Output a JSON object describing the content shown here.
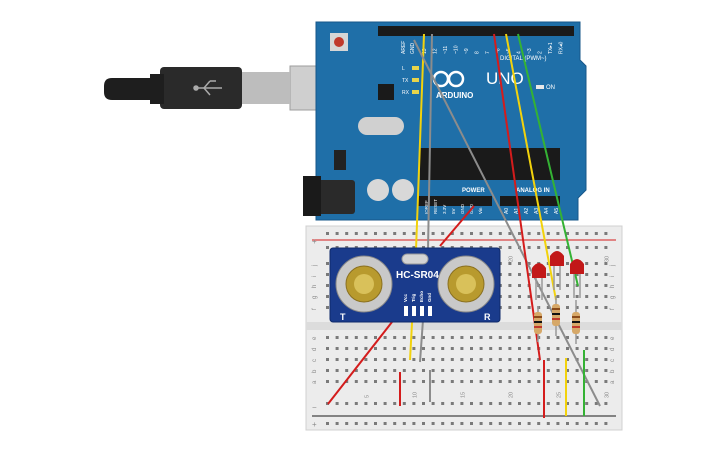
{
  "arduino": {
    "brand": "ARDUINO",
    "model": "UNO",
    "on_label": "ON",
    "digital_label": "DIGITAL (PWM~)",
    "power_label": "POWER",
    "analog_label": "ANALOG IN",
    "aref": "AREF",
    "gnd": "GND",
    "digital_pins": [
      "13",
      "12",
      "~11",
      "~10",
      "~9",
      "8",
      "7",
      "~6",
      "~5",
      "4",
      "~3",
      "2",
      "TX▸1",
      "RX◂0"
    ],
    "power_pins": [
      "IOREF",
      "RESET",
      "3.3V",
      "5V",
      "GND",
      "GND",
      "Vin"
    ],
    "analog_pins": [
      "A0",
      "A1",
      "A2",
      "A3",
      "A4",
      "A5"
    ],
    "led_labels": [
      "L",
      "TX",
      "RX"
    ],
    "color": "#1f6fa8"
  },
  "sensor": {
    "name": "HC-SR04",
    "left_mark": "T",
    "right_mark": "R",
    "pins": [
      "Vcc",
      "Trig",
      "Echo",
      "Gnd"
    ],
    "color": "#1a3b8c"
  },
  "breadboard": {
    "row_letters_top": [
      "j",
      "i",
      "h",
      "g",
      "f"
    ],
    "row_letters_bottom": [
      "e",
      "d",
      "c",
      "b",
      "a"
    ],
    "column_numbers_bottom": [
      "5",
      "10",
      "15",
      "20",
      "25",
      "30"
    ],
    "column_numbers_top": [
      "20",
      "25",
      "30"
    ],
    "plus": "+",
    "minus": "−"
  },
  "usb_cable": {
    "icon": "usb-icon"
  },
  "components": {
    "leds": [
      {
        "color": "#c21818"
      },
      {
        "color": "#c21818"
      },
      {
        "color": "#c21818"
      }
    ],
    "resistors": 3
  },
  "wires": {
    "colors": {
      "yellow": "#f2d20c",
      "gray": "#8c8c8c",
      "red": "#d41c1c",
      "green": "#34b234"
    }
  }
}
